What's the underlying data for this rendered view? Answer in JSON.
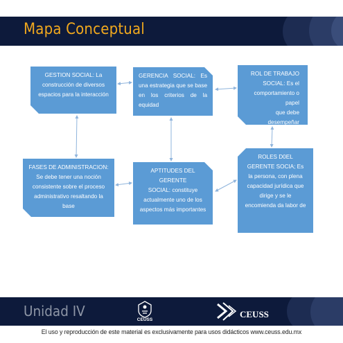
{
  "header": {
    "title": "Mapa Conceptual"
  },
  "nodes": [
    {
      "text": "GESTION SOCIAL: La\nconstrucción de diversos\nespacios para la interacción"
    },
    {
      "text": "GERENCIA SOCIAL: Es una estrategia que se base en los criterios de la equidad"
    },
    {
      "text": "ROL DE TRABAJO\nSOCIAL: Es el\ncomportamiento o papel\nque debe desempeñar"
    },
    {
      "text": "FASES DE ADMINISTRACION:\nSe debe tener una noción\nconsistente sobre el proceso\nadministrativo resaltando la base"
    },
    {
      "text": "APTITUDES DEL GERENTE\nSOCIAL: constituye\nactualmente uno de los\naspectos más importantes"
    },
    {
      "text": "ROLES D0EL\nGERENTE SOCIA; Es\nla persona, con plena\ncapacidad jurídica que\ndirige y se le\nencomienda da labor de"
    }
  ],
  "bottom_bar": {
    "unit": "Unidad IV",
    "logo_left_text": "CEUSS",
    "logo_right_text": "CEUSS"
  },
  "footer": {
    "text": "El uso y reproducción de este material es exclusivamente para usos didácticos www.ceuss.edu.mx"
  },
  "colors": {
    "bar": "#0d1a3b",
    "title": "#f0a81e",
    "node": "#5b9bd5",
    "connector": "#8fb4dc"
  }
}
